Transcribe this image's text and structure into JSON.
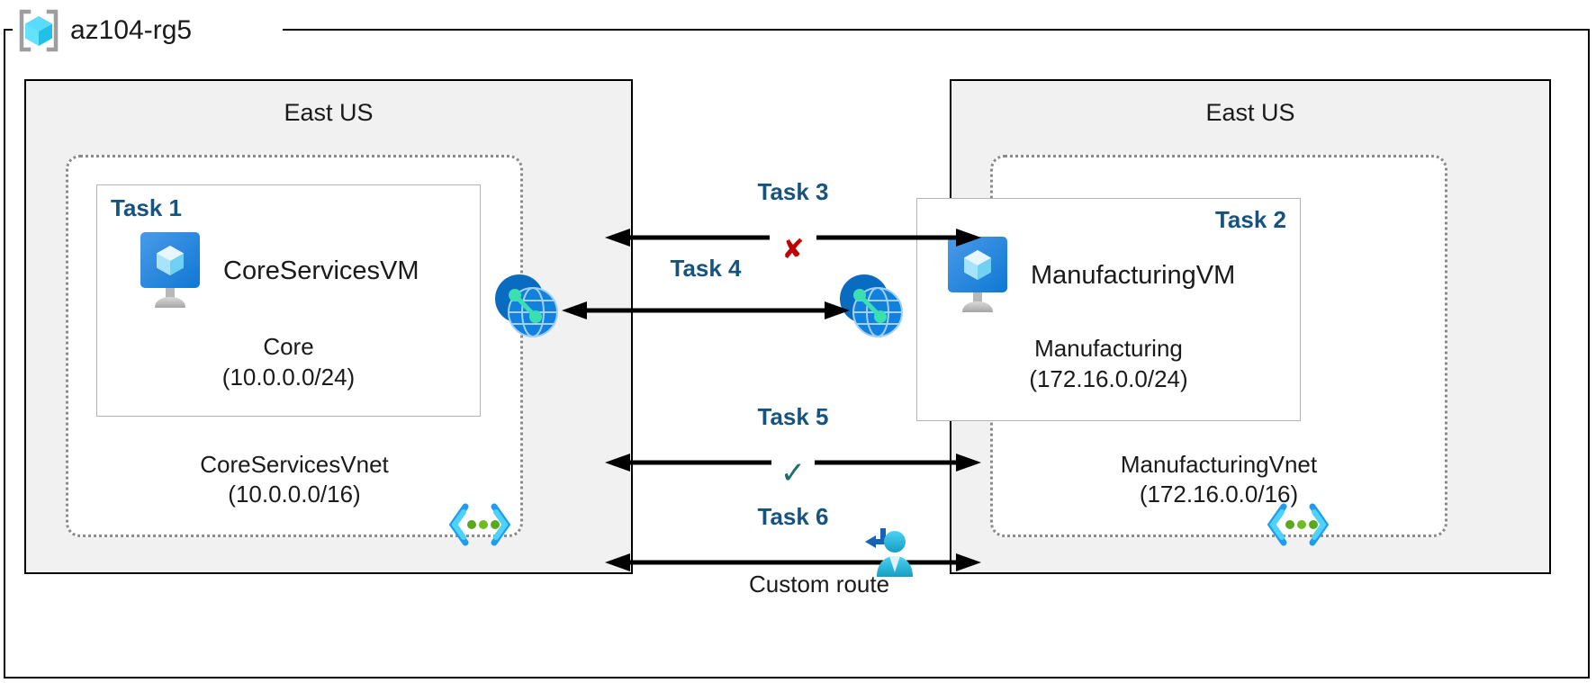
{
  "resource_group": {
    "name": "az104-rg5",
    "icon": "azure-resource-group-icon"
  },
  "regions": [
    {
      "id": "left",
      "label": "East US"
    },
    {
      "id": "right",
      "label": "East US"
    }
  ],
  "vnets": [
    {
      "id": "core",
      "task": "Task 1",
      "vm_name": "CoreServicesVM",
      "vm_icon": "azure-virtual-machine-icon",
      "subnet_name": "Core",
      "subnet_cidr": "(10.0.0.0/24)",
      "vnet_name": "CoreServicesVnet",
      "vnet_cidr": "(10.0.0.0/16)",
      "subnet_icon": "subnet-brackets-icon",
      "peering_icon": "vnet-peering-icon"
    },
    {
      "id": "manufacturing",
      "task": "Task 2",
      "vm_name": "ManufacturingVM",
      "vm_icon": "azure-virtual-machine-icon",
      "subnet_name": "Manufacturing",
      "subnet_cidr": "(172.16.0.0/24)",
      "vnet_name": "ManufacturingVnet",
      "vnet_cidr": "(172.16.0.0/16)",
      "subnet_icon": "subnet-brackets-icon",
      "peering_icon": "vnet-peering-icon"
    }
  ],
  "connections": [
    {
      "id": "task3",
      "label": "Task 3",
      "sublabel": "",
      "marker": "✘",
      "marker_kind": "x",
      "marker_color": "#c00000",
      "direction": "bidirectional"
    },
    {
      "id": "task4",
      "label": "Task 4",
      "sublabel": "",
      "marker": "",
      "marker_kind": "none",
      "marker_color": "",
      "direction": "bidirectional"
    },
    {
      "id": "task5",
      "label": "Task 5",
      "sublabel": "",
      "marker": "✓",
      "marker_kind": "check",
      "marker_color": "#1f6f6a",
      "direction": "bidirectional"
    },
    {
      "id": "task6",
      "label": "Task 6",
      "sublabel": "Custom route",
      "marker": "",
      "marker_kind": "route-person-icon",
      "marker_color": "#1b9fd8",
      "direction": "bidirectional"
    }
  ],
  "colors": {
    "task_blue": "#16537e",
    "region_fill": "#f1f1f1",
    "vnet_border": "#8a8a8a",
    "subnet_border": "#b3b3b3",
    "error_red": "#c00000",
    "success_green": "#1f6f6a",
    "azure_blue": "#0078d4",
    "accent_cyan": "#32c8f0"
  }
}
